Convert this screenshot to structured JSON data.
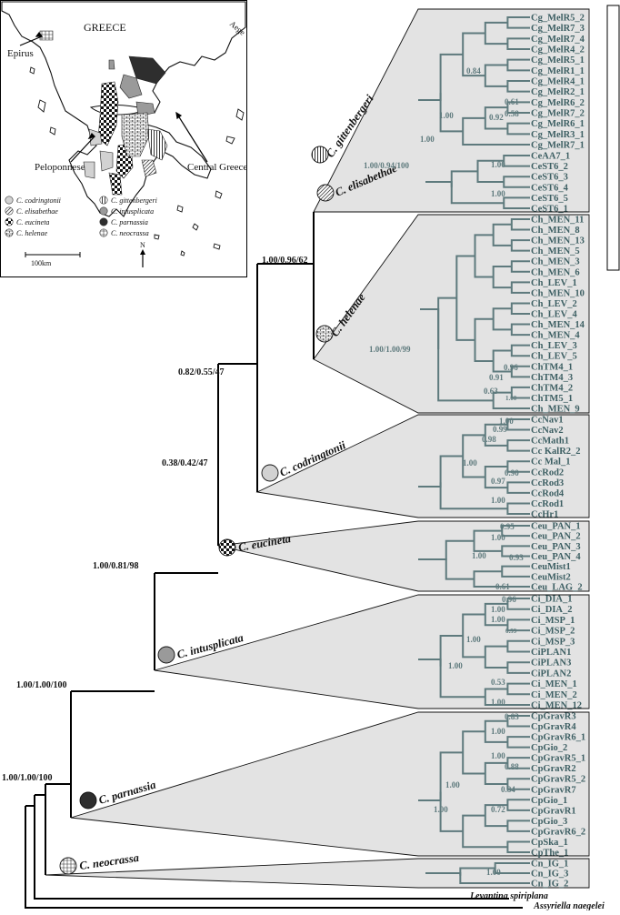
{
  "map": {
    "label_country": "GREECE",
    "label_sea": "Aege",
    "label_epirus": "Epirus",
    "label_peloponnese": "Peloponnese",
    "label_central": "Central Greece",
    "scale_label": "100km",
    "north_label": "N",
    "legend": [
      {
        "name": "C. codringtonii",
        "pattern": "light"
      },
      {
        "name": "C. gittenbergeri",
        "pattern": "vstripe"
      },
      {
        "name": "C. elisabethae",
        "pattern": "diag"
      },
      {
        "name": "C. intusplicata",
        "pattern": "mid"
      },
      {
        "name": "C. eucineta",
        "pattern": "checker"
      },
      {
        "name": "C. parnassia",
        "pattern": "dark"
      },
      {
        "name": "C. helenae",
        "pattern": "brick"
      },
      {
        "name": "C. neocrassa",
        "pattern": "grid"
      }
    ]
  },
  "clades": [
    {
      "name": "C. gittenbergeri",
      "pattern": "vstripe"
    },
    {
      "name": "C. elisabethae",
      "pattern": "diag"
    },
    {
      "name": "C. helenae",
      "pattern": "brick"
    },
    {
      "name": "C. codringtonii",
      "pattern": "light"
    },
    {
      "name": "C. eucineta",
      "pattern": "checker"
    },
    {
      "name": "C. intusplicata",
      "pattern": "mid"
    },
    {
      "name": "C. parnassia",
      "pattern": "dark"
    },
    {
      "name": "C. neocrassa",
      "pattern": "grid"
    }
  ],
  "tips": {
    "gittenbergeri": [
      "Cg_MelR5_2",
      "Cg_MelR7_3",
      "Cg_MelR7_4",
      "Cg_MelR4_2",
      "Cg_MelR5_1",
      "Cg_MelR1_1",
      "Cg_MelR4_1",
      "Cg_MelR2_1",
      "Cg_MelR6_2",
      "Cg_MelR7_2",
      "Cg_MelR6_1",
      "Cg_MelR3_1",
      "Cg_MelR7_1"
    ],
    "elisabethae": [
      "CeAA7_1",
      "CeST6_2",
      "CeST6_3",
      "CeST6_4",
      "CeST6_5",
      "CeST6_1"
    ],
    "helenae": [
      "Ch_MEN_11",
      "Ch_MEN_8",
      "Ch_MEN_13",
      "Ch_MEN_5",
      "Ch_MEN_3",
      "Ch_MEN_6",
      "Ch_LEV_1",
      "Ch_MEN_10",
      "Ch_LEV_2",
      "Ch_LEV_4",
      "Ch_MEN_14",
      "Ch_MEN_4",
      "Ch_LEV_3",
      "Ch_LEV_5",
      "ChTM4_1",
      "ChTM4_3",
      "ChTM4_2",
      "ChTM5_1",
      "Ch_MEN_9"
    ],
    "codringtonii": [
      "CcNav1",
      "CcNav2",
      "CcMath1",
      "Cc KalR2_2",
      "Cc Mal_1",
      "CcRod2",
      "CcRod3",
      "CcRod4",
      "CcRod1",
      "CcHr1"
    ],
    "eucineta": [
      "Ceu_PAN_1",
      "Ceu_PAN_2",
      "Ceu_PAN_3",
      "Ceu_PAN_4",
      "CeuMist1",
      "CeuMist2",
      "Ceu_LAG_2"
    ],
    "intusplicata": [
      "Ci_DIA_1",
      "Ci_DIA_2",
      "Ci_MSP_1",
      "Ci_MSP_2",
      "Ci_MSP_3",
      "CiPLAN1",
      "CiPLAN3",
      "CiPLAN2",
      "Ci_MEN_1",
      "Ci_MEN_2",
      "Ci_MEN_12"
    ],
    "parnassia": [
      "CpGravR3",
      "CpGravR4",
      "CpGravR6_1",
      "CpGio_2",
      "CpGravR5_1",
      "CpGravR2",
      "CpGravR5_2",
      "CpGravR7",
      "CpGio_1",
      "CpGravR1",
      "CpGio_3",
      "CpGravR6_2",
      "CpSka_1",
      "CpThe_1"
    ],
    "neocrassa": [
      "Cn_IG_1",
      "Cn_IG_3",
      "Cn_IG_2"
    ],
    "outgroups": [
      "Levantina spiriplana",
      "Assyriella naegelei"
    ]
  },
  "support": {
    "root": "1.00/1.00/100",
    "ingroup": "1.00/1.00/100",
    "n_euc_group": "1.00/0.81/98",
    "n_cod_group": "0.38/0.42/47",
    "n_hel_group": "0.82/0.55/47",
    "n_top": "1.00/0.96/62",
    "n_git_eli": "1.00/0.94/100",
    "n_hel": "1.00/1.00/99",
    "git_a": "0.84",
    "git_b": "0.61",
    "git_c": "0.58",
    "git_d": "0.92",
    "git_e": "1.00",
    "git_f": "1.00",
    "eli_a": "1.00",
    "eli_b": "1.00",
    "hel_a": "0.96",
    "hel_b": "0.91",
    "hel_c": "0.63",
    "hel_d": "1.00",
    "cod_a": "1.00",
    "cod_b": "0.99",
    "cod_c": "0.98",
    "cod_d": "1.00",
    "cod_e": "0.90",
    "cod_f": "0.97",
    "cod_g": "1.00",
    "euc_a": "0.95",
    "euc_b": "1.00",
    "euc_c": "1.00",
    "euc_d": "0.93",
    "euc_e": "0.61",
    "int_a": "0.96",
    "int_b": "1.00",
    "int_c": "1.00",
    "int_d": "0.99",
    "int_e": "1.00",
    "int_f": "1.00",
    "int_g": "0.53",
    "int_h": "1.00",
    "par_a": "0.83",
    "par_b": "1.00",
    "par_c": "1.00",
    "par_d": "0.88",
    "par_e": "0.84",
    "par_f": "1.00",
    "par_g": "0.72",
    "par_h": "1.00",
    "neo_a": "1.00"
  },
  "colors": {
    "clade_fill": "#e3e3e3",
    "branch": "#5e7a7d",
    "tree": "#000000",
    "map_fill": "#ffffff",
    "pattern_light": "#d2d2d2",
    "pattern_mid": "#9a9a9a",
    "pattern_dark": "#2e2e2e"
  }
}
